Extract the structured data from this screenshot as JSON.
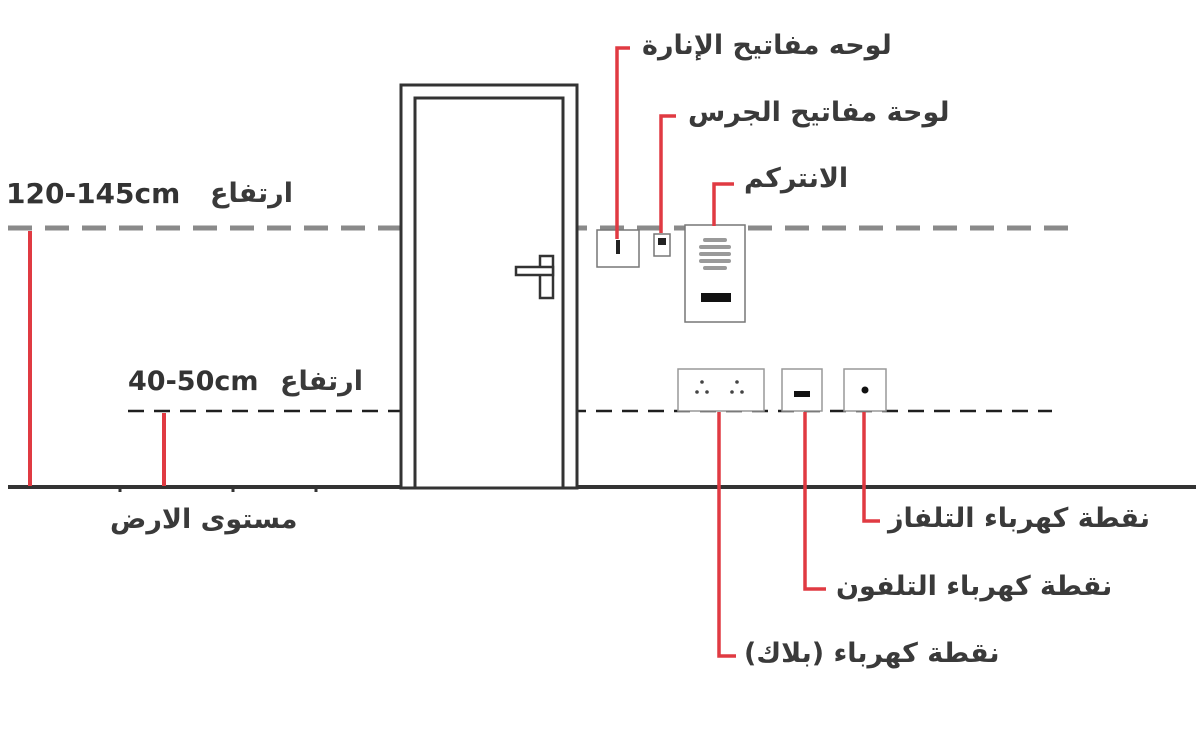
{
  "colors": {
    "accent": "#e03a42",
    "line": "#333333",
    "dash_upper": "#8a8a8a",
    "dash_lower": "#1f1f1f",
    "text": "#3a3a3a"
  },
  "heights": {
    "upper": {
      "prefix": "ارتفاع",
      "value": "120-145cm"
    },
    "lower": {
      "prefix": "ارتفاع",
      "value": "40-50cm"
    },
    "ground": "مستوى الارض"
  },
  "labels": {
    "light_switch": "لوحه مفاتيح الإنارة",
    "bell_switch": "لوحة مفاتيح الجرس",
    "intercom": "الانتركم",
    "tv_outlet": "نقطة كهرباء التلفاز",
    "phone_outlet": "نقطة كهرباء التلفون",
    "power_outlet": "نقطة كهرباء (بلاك)"
  }
}
